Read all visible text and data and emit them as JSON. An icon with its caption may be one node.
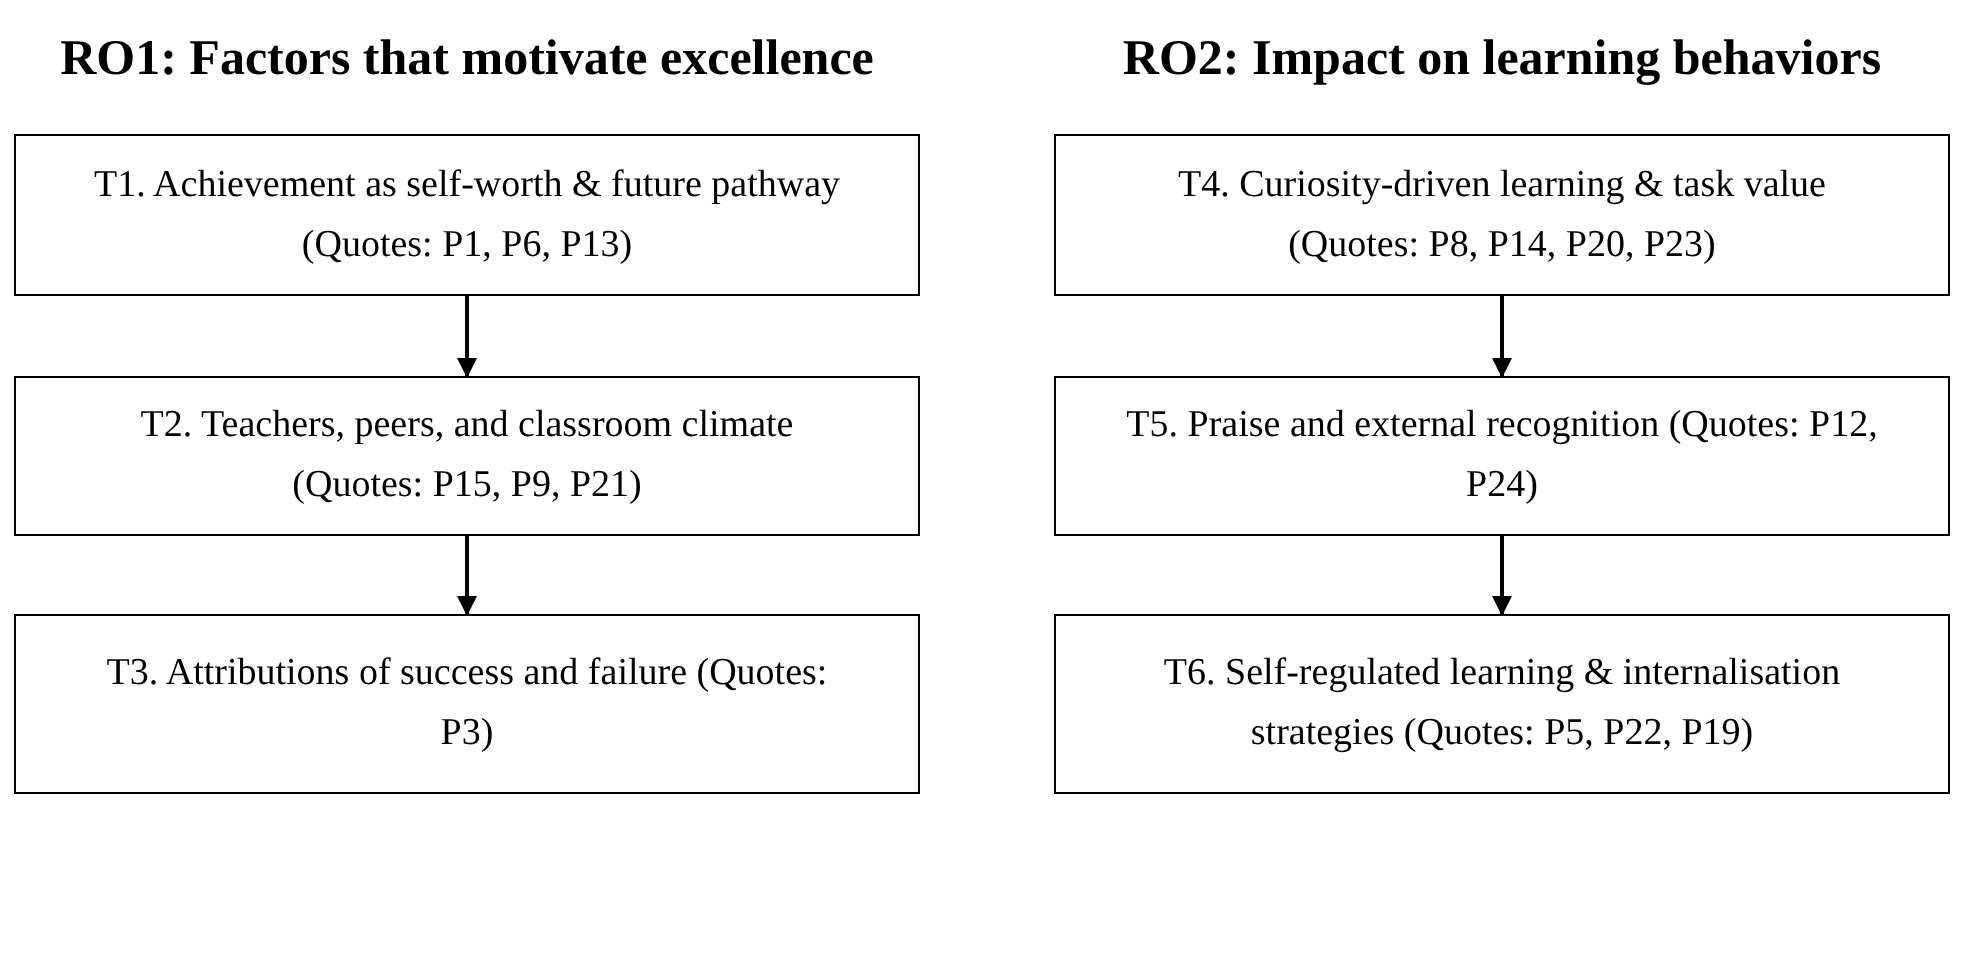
{
  "diagram": {
    "nodes": [
      {
        "text": [
          "T1. Achievement as self-worth & future pathway (Quotes: P1, P6, P13)"
        ]
      },
      {
        "text": [
          "T2. Teachers, peers, and classroom climate (Quotes: P15, P9, P21)"
        ]
      },
      {
        "text": [
          "T3. Attributions of success and failure (Quotes: P3)"
        ]
      },
      {
        "text": [
          "T4. Curiosity-driven learning & task value (Quotes: P8, P14, P20, P23)"
        ]
      },
      {
        "text": [
          "T5. Praise and external recognition (Quotes: P12, P24)"
        ]
      },
      {
        "text": [
          "T6. Self-regulated learning & internalisation strategies (Quotes: P5, P22, P19)"
        ]
      }
    ],
    "edges": [
      {
        "from": 0,
        "to": 1,
        "arrow": "to"
      },
      {
        "from": 1,
        "to": 2,
        "arrow": "to"
      },
      {
        "from": 3,
        "to": 4,
        "arrow": "to"
      },
      {
        "from": 4,
        "to": 5,
        "arrow": "to"
      }
    ],
    "labels": [
      "RO1: Factors that motivate excellence",
      "RO2: Impact on learning behaviors"
    ]
  }
}
